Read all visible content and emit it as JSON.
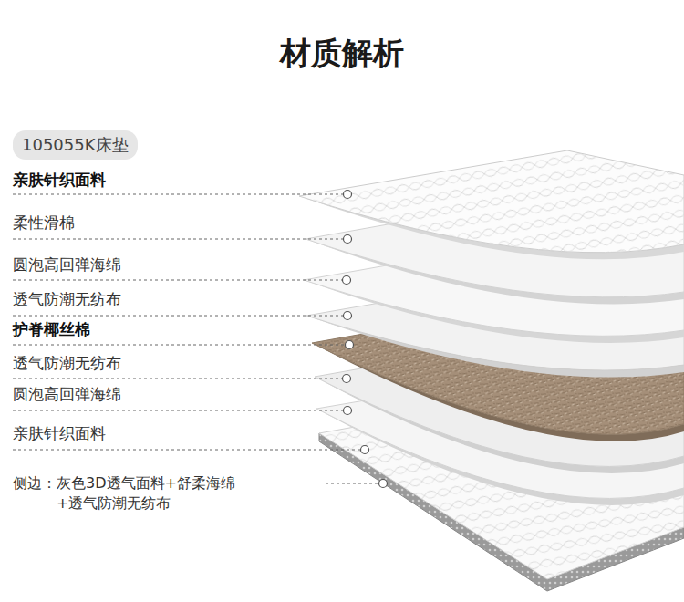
{
  "diagram": {
    "title": "材质解析",
    "nodes": [
      {
        "text": [
          "105055K床垫"
        ]
      }
    ],
    "labels": [
      "亲肤针织面料",
      "柔性滑棉",
      "圆泡高回弹海绵",
      "透气防潮无纺布",
      "护脊椰丝棉",
      "透气防潮无纺布",
      "圆泡高回弹海绵",
      "亲肤针织面料",
      "侧边：灰色3D透气面料+舒柔海绵 +透气防潮无纺布"
    ]
  }
}
